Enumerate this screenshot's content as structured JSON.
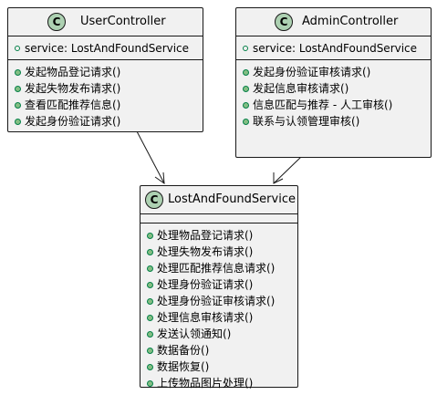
{
  "classes": {
    "user_controller": {
      "badge": "C",
      "name": "UserController",
      "attributes": [
        "service: LostAndFoundService"
      ],
      "operations": [
        "发起物品登记请求()",
        "发起失物发布请求()",
        "查看匹配推荐信息()",
        "发起身份验证请求()"
      ]
    },
    "admin_controller": {
      "badge": "C",
      "name": "AdminController",
      "attributes": [
        "service: LostAndFoundService"
      ],
      "operations": [
        "发起身份验证审核请求()",
        "发起信息审核请求()",
        "信息匹配与推荐 - 人工审核()",
        "联系与认领管理审核()"
      ]
    },
    "service": {
      "badge": "C",
      "name": "LostAndFoundService",
      "attributes": [],
      "operations": [
        "处理物品登记请求()",
        "处理失物发布请求()",
        "处理匹配推荐信息请求()",
        "处理身份验证请求()",
        "处理身份验证审核请求()",
        "处理信息审核请求()",
        "发送认领通知()",
        "数据备份()",
        "数据恢复()",
        "上传物品图片处理()"
      ]
    }
  },
  "colors": {
    "class_fill": "#f1f1f1",
    "border": "#181818",
    "badge_fill": "#add1b2",
    "visibility_green": "#84be84"
  },
  "relations": [
    {
      "from": "UserController",
      "to": "LostAndFoundService"
    },
    {
      "from": "AdminController",
      "to": "LostAndFoundService"
    }
  ]
}
